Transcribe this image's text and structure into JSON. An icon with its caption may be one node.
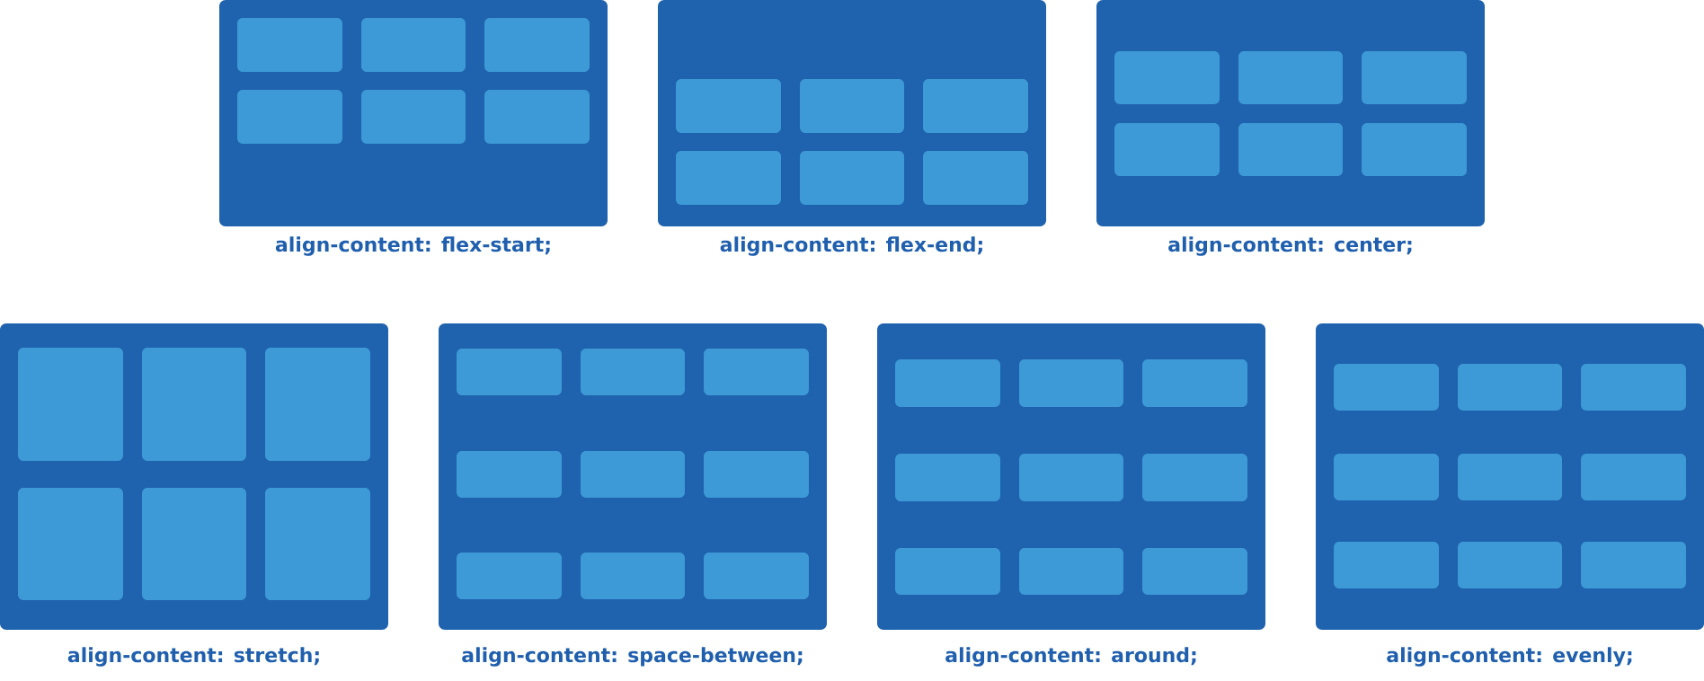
{
  "diagram": {
    "nodes": [
      {
        "text": [
          "align-content: flex-start;"
        ]
      },
      {
        "text": [],
        "shape": "box",
        "in": 0
      },
      {
        "text": [],
        "shape": "box",
        "in": 0
      },
      {
        "text": [],
        "shape": "box",
        "in": 0
      },
      {
        "text": [],
        "shape": "box",
        "in": 0
      },
      {
        "text": [],
        "shape": "box",
        "in": 0
      },
      {
        "text": [],
        "shape": "box",
        "in": 0
      },
      {
        "text": [
          "align-content: flex-end;"
        ]
      },
      {
        "text": [],
        "shape": "box",
        "in": 7
      },
      {
        "text": [],
        "shape": "box",
        "in": 7
      },
      {
        "text": [],
        "shape": "box",
        "in": 7
      },
      {
        "text": [],
        "shape": "box",
        "in": 7
      },
      {
        "text": [],
        "shape": "box",
        "in": 7
      },
      {
        "text": [],
        "shape": "box",
        "in": 7
      },
      {
        "text": [
          "align-content: center;"
        ]
      },
      {
        "text": [],
        "shape": "box",
        "in": 14
      },
      {
        "text": [],
        "shape": "box",
        "in": 14
      },
      {
        "text": [],
        "shape": "box",
        "in": 14
      },
      {
        "text": [],
        "shape": "box",
        "in": 14
      },
      {
        "text": [],
        "shape": "box",
        "in": 14
      },
      {
        "text": [],
        "shape": "box",
        "in": 14
      },
      {
        "text": [
          "align-content: stretch;"
        ]
      },
      {
        "text": [],
        "shape": "box",
        "in": 21
      },
      {
        "text": [],
        "shape": "box",
        "in": 21
      },
      {
        "text": [],
        "shape": "box",
        "in": 21
      },
      {
        "text": [],
        "shape": "box",
        "in": 21
      },
      {
        "text": [],
        "shape": "box",
        "in": 21
      },
      {
        "text": [],
        "shape": "box",
        "in": 21
      },
      {
        "text": [
          "align-content: space-between;"
        ]
      },
      {
        "text": [],
        "shape": "box",
        "in": 28
      },
      {
        "text": [],
        "shape": "box",
        "in": 28
      },
      {
        "text": [],
        "shape": "box",
        "in": 28
      },
      {
        "text": [],
        "shape": "box",
        "in": 28
      },
      {
        "text": [],
        "shape": "box",
        "in": 28
      },
      {
        "text": [],
        "shape": "box",
        "in": 28
      },
      {
        "text": [],
        "shape": "box",
        "in": 28
      },
      {
        "text": [],
        "shape": "box",
        "in": 28
      },
      {
        "text": [],
        "shape": "box",
        "in": 28
      },
      {
        "text": [
          "align-content: around;"
        ]
      },
      {
        "text": [],
        "shape": "box",
        "in": 38
      },
      {
        "text": [],
        "shape": "box",
        "in": 38
      },
      {
        "text": [],
        "shape": "box",
        "in": 38
      },
      {
        "text": [],
        "shape": "box",
        "in": 38
      },
      {
        "text": [],
        "shape": "box",
        "in": 38
      },
      {
        "text": [],
        "shape": "box",
        "in": 38
      },
      {
        "text": [],
        "shape": "box",
        "in": 38
      },
      {
        "text": [],
        "shape": "box",
        "in": 38
      },
      {
        "text": [],
        "shape": "box",
        "in": 38
      },
      {
        "text": [
          "align-content: evenly;"
        ]
      },
      {
        "text": [],
        "shape": "box",
        "in": 48
      },
      {
        "text": [],
        "shape": "box",
        "in": 48
      },
      {
        "text": [],
        "shape": "box",
        "in": 48
      },
      {
        "text": [],
        "shape": "box",
        "in": 48
      },
      {
        "text": [],
        "shape": "box",
        "in": 48
      },
      {
        "text": [],
        "shape": "box",
        "in": 48
      },
      {
        "text": [],
        "shape": "box",
        "in": 48
      },
      {
        "text": [],
        "shape": "box",
        "in": 48
      },
      {
        "text": [],
        "shape": "box",
        "in": 48
      }
    ]
  }
}
